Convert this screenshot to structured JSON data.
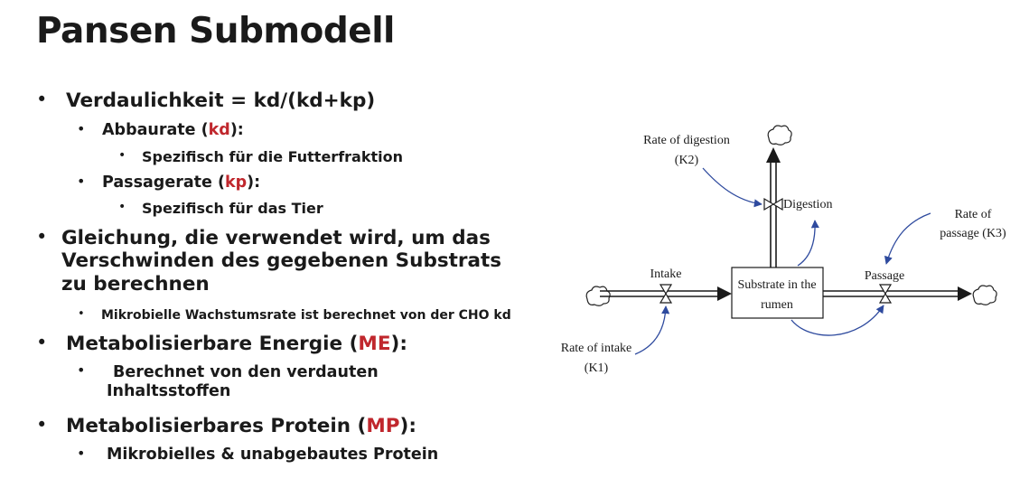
{
  "title": "Pansen Submodell",
  "bullets": {
    "b1": {
      "text": "Verdaulichkeit = kd/(kd+kp)"
    },
    "b1a": {
      "pre": "Abbaurate (",
      "hl": "kd",
      "post": "):"
    },
    "b1a1": {
      "text": "Spezifisch für die Futterfraktion"
    },
    "b1b": {
      "pre": "Passagerate (",
      "hl": "kp",
      "post": "):"
    },
    "b1b1": {
      "text": "Spezifisch für das Tier"
    },
    "b2": {
      "line1": "Gleichung, die verwendet wird, um das",
      "line2": "Verschwinden des gegebenen Substrats",
      "line3": "zu berechnen"
    },
    "b2a": {
      "text": "Mikrobielle Wachstumsrate ist berechnet von der CHO kd"
    },
    "b3": {
      "pre": "Metabolisierbare Energie (",
      "hl": "ME",
      "post": "):"
    },
    "b3a": {
      "line1": "Berechnet von den verdauten",
      "line2": "Inhaltsstoffen"
    },
    "b4": {
      "pre": "Metabolisierbares Protein (",
      "hl": "MP",
      "post": "):"
    },
    "b4a": {
      "text": "Mikrobielles & unabgebautes Protein"
    }
  },
  "diagram": {
    "stock_line1": "Substrate in the",
    "stock_line2": "rumen",
    "intake": "Intake",
    "passage": "Passage",
    "digestion": "Digestion",
    "rate_digestion_line1": "Rate of digestion",
    "rate_digestion_line2": "(K2)",
    "rate_passage_line1": "Rate of",
    "rate_passage_line2": "passage (K3)",
    "rate_intake_line1": "Rate of intake",
    "rate_intake_line2": "(K1)",
    "colors": {
      "connector": "#2e4a9e",
      "flow": "#1a1a1a",
      "highlight": "#c0272d"
    }
  }
}
